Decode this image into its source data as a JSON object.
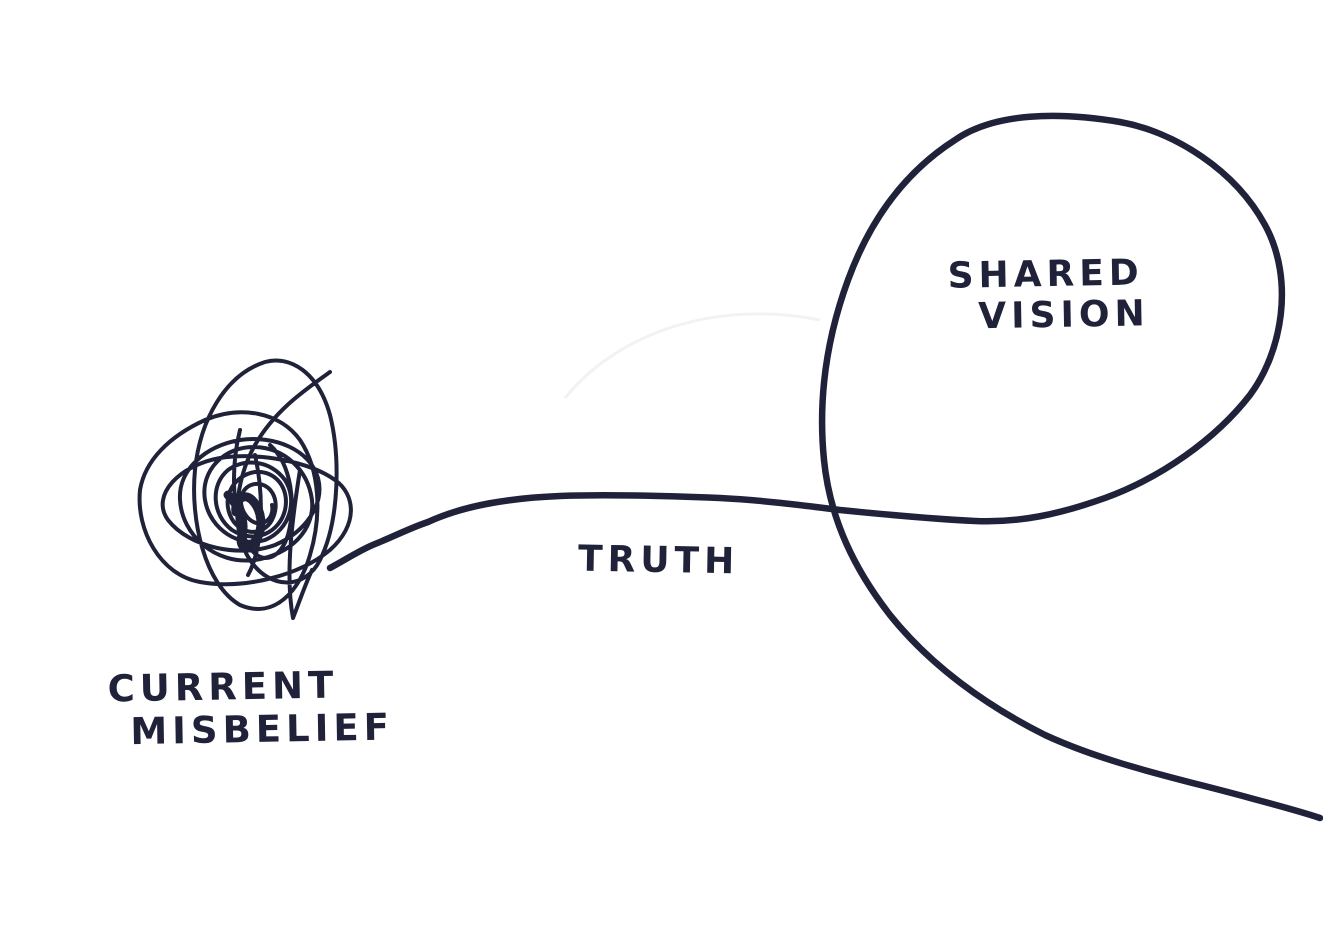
{
  "diagram": {
    "ink_color": "#20223a",
    "background_color": "#ffffff",
    "labels": {
      "shared_vision": [
        "SHARED",
        "VISION"
      ],
      "truth": "TRUTH",
      "current_misbelief": [
        "CURRENT",
        "MISBELIEF"
      ]
    },
    "shapes": {
      "scribble": "tangled-scribble",
      "path": "winding-path-line",
      "loop": "vision-loop"
    }
  }
}
